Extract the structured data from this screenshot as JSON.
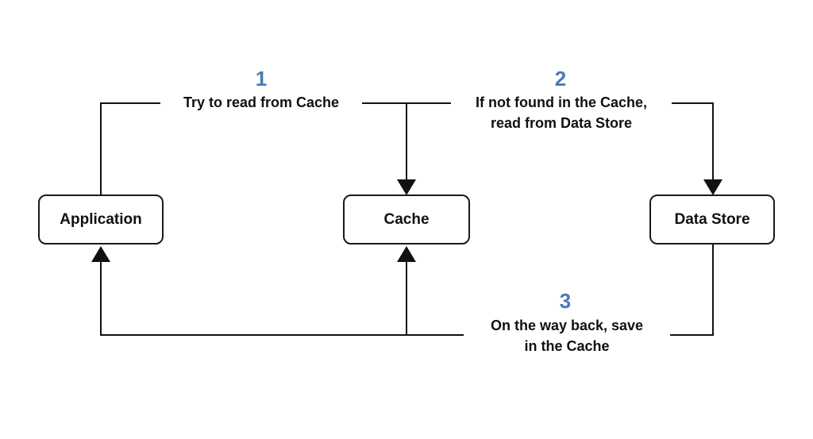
{
  "nodes": {
    "application": "Application",
    "cache": "Cache",
    "data_store": "Data Store"
  },
  "steps": [
    {
      "number": "1",
      "lines": [
        "Try to read from Cache"
      ]
    },
    {
      "number": "2",
      "lines": [
        "If not found in the Cache,",
        "read from Data Store"
      ]
    },
    {
      "number": "3",
      "lines": [
        "On the way back, save",
        "in the Cache"
      ]
    }
  ],
  "colors": {
    "line": "#111111",
    "step_number": "#4a7ab8",
    "node_border": "#1a1a1a"
  }
}
